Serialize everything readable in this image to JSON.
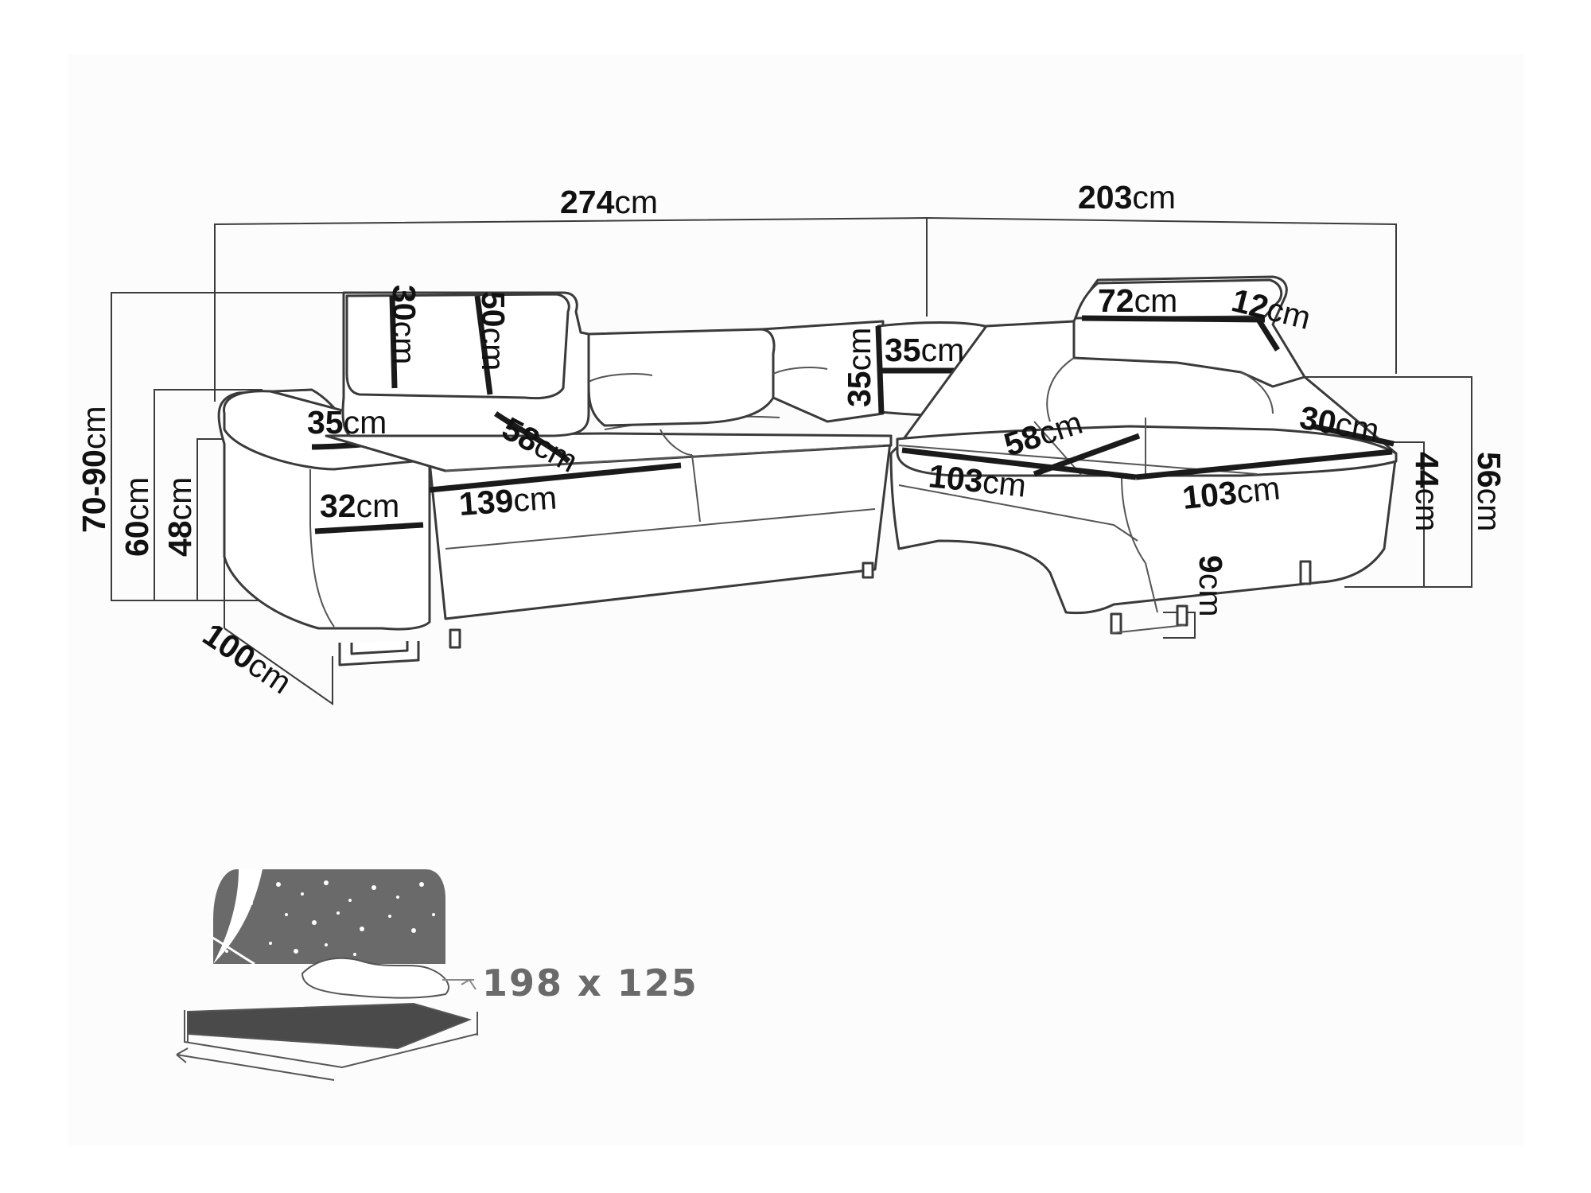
{
  "dimensions": {
    "total_width_left": {
      "value": "274",
      "unit": "cm"
    },
    "total_width_right": {
      "value": "203",
      "unit": "cm"
    },
    "total_height": {
      "value": "70-90",
      "unit": "cm"
    },
    "armrest_height": {
      "value": "60",
      "unit": "cm"
    },
    "seat_height": {
      "value": "48",
      "unit": "cm"
    },
    "depth": {
      "value": "100",
      "unit": "cm"
    },
    "headrest_height": {
      "value": "30",
      "unit": "cm"
    },
    "headrest_width": {
      "value": "50",
      "unit": "cm"
    },
    "armrest_width": {
      "value": "35",
      "unit": "cm"
    },
    "armrest_front": {
      "value": "32",
      "unit": "cm"
    },
    "seat_depth_left": {
      "value": "58",
      "unit": "cm"
    },
    "seat_length_left": {
      "value": "139",
      "unit": "cm"
    },
    "pillow_height": {
      "value": "35",
      "unit": "cm"
    },
    "pillow_width": {
      "value": "35",
      "unit": "cm"
    },
    "chaise_headrest_width": {
      "value": "72",
      "unit": "cm"
    },
    "chaise_headrest_depth": {
      "value": "12",
      "unit": "cm"
    },
    "chaise_seat_depth": {
      "value": "58",
      "unit": "cm"
    },
    "chaise_seat_width_a": {
      "value": "103",
      "unit": "cm"
    },
    "chaise_seat_width_b": {
      "value": "103",
      "unit": "cm"
    },
    "chaise_arm": {
      "value": "30",
      "unit": "cm"
    },
    "chaise_seat_height": {
      "value": "44",
      "unit": "cm"
    },
    "chaise_total_height": {
      "value": "56",
      "unit": "cm"
    },
    "leg_height": {
      "value": "9",
      "unit": "cm"
    }
  },
  "bed": {
    "size_label": "198 x 125"
  },
  "colors": {
    "outline": "#3a3a3a",
    "text": "#111111",
    "bed_icon": "#6a6a6a"
  }
}
